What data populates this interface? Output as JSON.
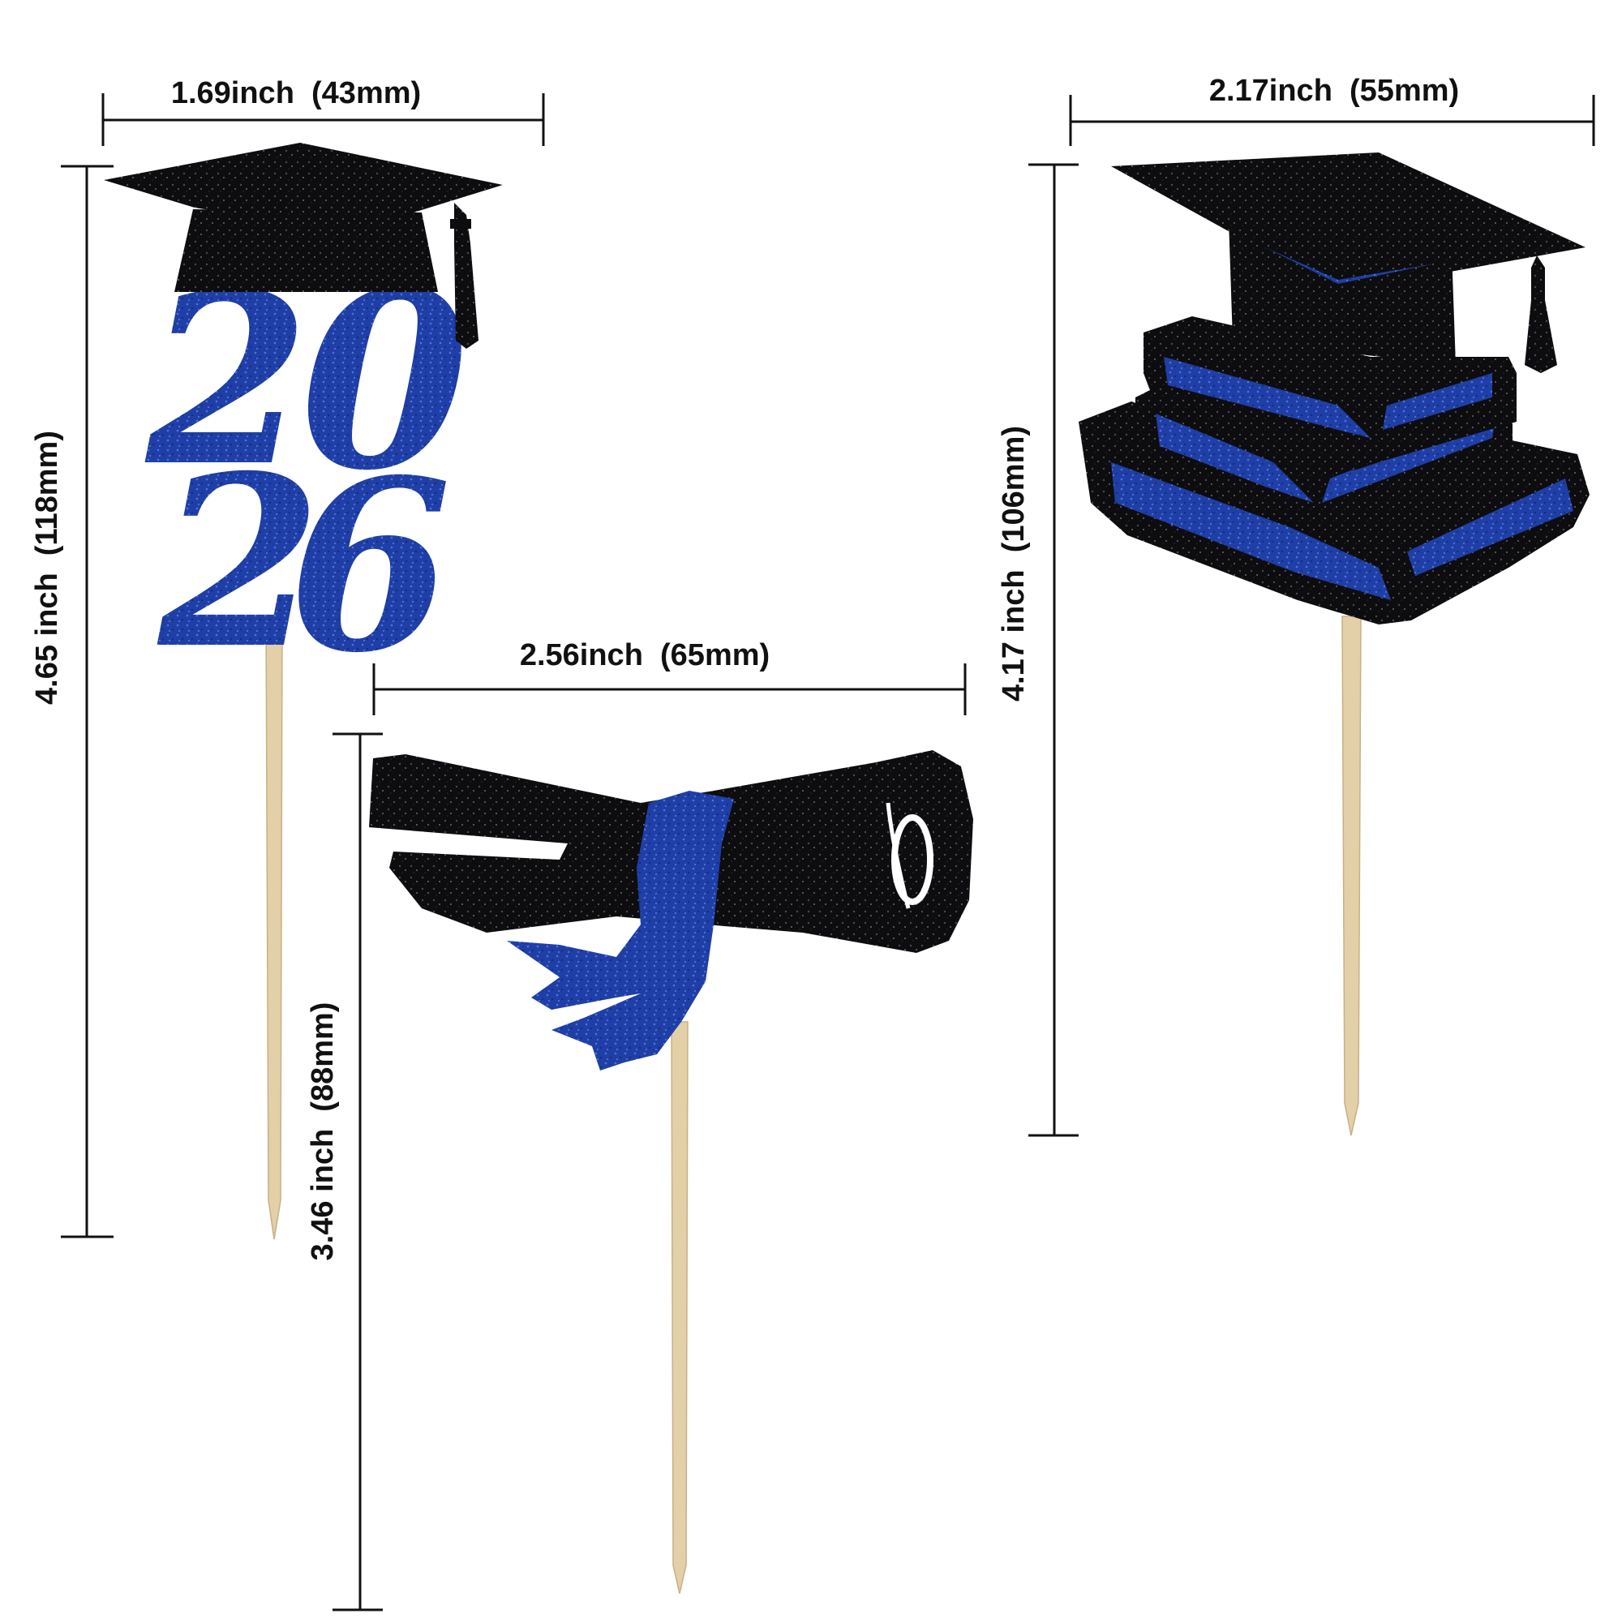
{
  "colors": {
    "black_glitter": "#0d0d0f",
    "blue_glitter": "#1f3fa6",
    "blue_light": "#3a63d8",
    "wood_stick": "#e3cfa8",
    "line": "#111111",
    "background": "#ffffff"
  },
  "toppers": [
    {
      "name": "class-2026-cap-topper",
      "text": "2026",
      "width_label": "1.69inch  (43mm)",
      "height_label": "4.65 inch  (118mm)"
    },
    {
      "name": "diploma-scroll-topper",
      "width_label": "2.56inch  (65mm)",
      "height_label": "3.46 inch  (88mm)"
    },
    {
      "name": "books-cap-topper",
      "width_label": "2.17inch  (55mm)",
      "height_label": "4.17 inch  (106mm)"
    }
  ]
}
